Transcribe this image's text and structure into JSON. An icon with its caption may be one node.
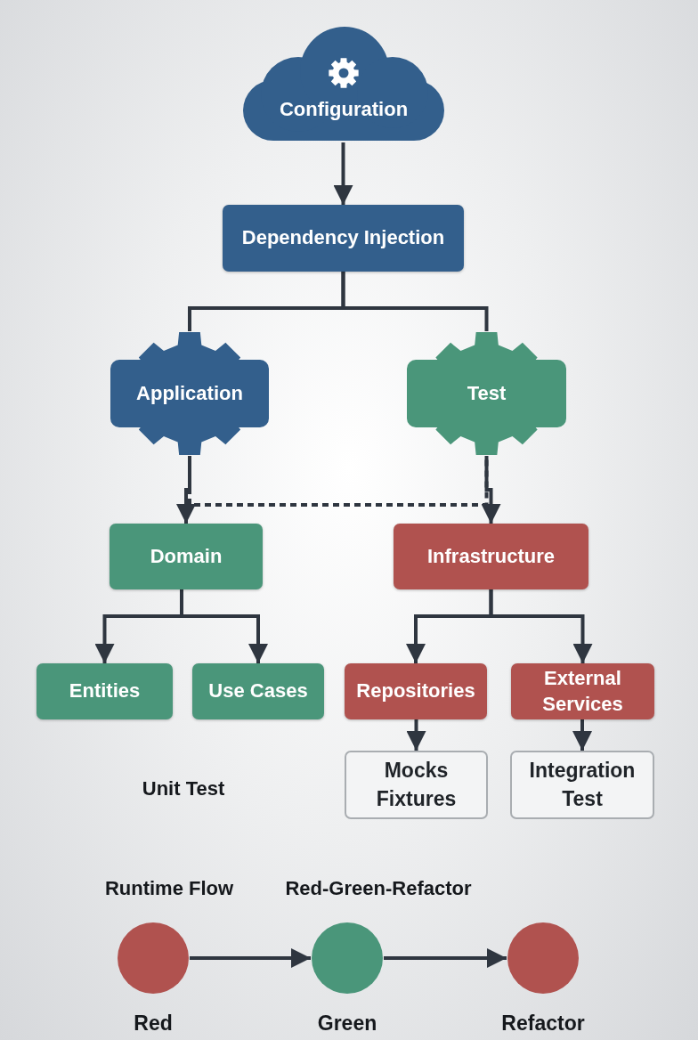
{
  "diagram": {
    "nodes": [
      {
        "text": [
          "Configuration"
        ]
      },
      {
        "text": [
          "Dependency Injection"
        ]
      },
      {
        "text": [
          "Application"
        ]
      },
      {
        "text": [
          "Test"
        ]
      },
      {
        "text": [
          "Domain"
        ]
      },
      {
        "text": [
          "Infrastructure"
        ]
      },
      {
        "text": [
          "Entities"
        ]
      },
      {
        "text": [
          "Use Cases"
        ]
      },
      {
        "text": [
          "Repositories"
        ]
      },
      {
        "text": [
          "External Services"
        ]
      },
      {
        "text": [
          "Mocks Fixtures"
        ]
      },
      {
        "text": [
          "Integration Test"
        ]
      },
      {
        "text": [
          "Red"
        ]
      },
      {
        "text": [
          "Green"
        ]
      },
      {
        "text": [
          "Refactor"
        ]
      }
    ],
    "edges": [
      {
        "from": 0,
        "to": 1,
        "arrow": "to"
      },
      {
        "from": 1,
        "to": 2,
        "arrow": "none"
      },
      {
        "from": 1,
        "to": 3,
        "arrow": "none"
      },
      {
        "from": 2,
        "to": 4,
        "arrow": "to"
      },
      {
        "from": 3,
        "to": 5,
        "arrow": "to"
      },
      {
        "from": 2,
        "to": 3,
        "arrow": "none",
        "style": "dashed"
      },
      {
        "from": 4,
        "to": 6,
        "arrow": "to"
      },
      {
        "from": 4,
        "to": 7,
        "arrow": "to"
      },
      {
        "from": 5,
        "to": 8,
        "arrow": "to"
      },
      {
        "from": 5,
        "to": 9,
        "arrow": "to"
      },
      {
        "from": 8,
        "to": 10,
        "arrow": "to"
      },
      {
        "from": 9,
        "to": 11,
        "arrow": "to"
      },
      {
        "from": 12,
        "to": 13,
        "arrow": "to"
      },
      {
        "from": 13,
        "to": 14,
        "arrow": "to"
      }
    ],
    "labels": [
      "Unit Test",
      "Runtime Flow",
      "Red-Green-Refactor"
    ]
  }
}
